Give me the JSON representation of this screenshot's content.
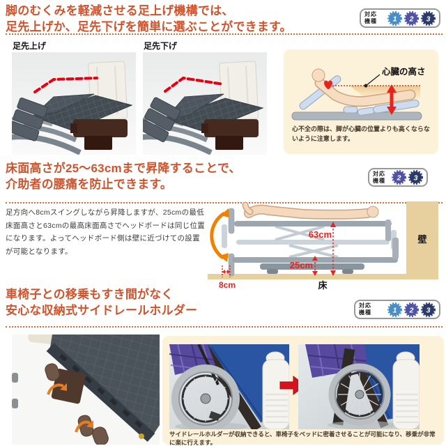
{
  "colors": {
    "heading_orange": "#d0532b",
    "separator_orange": "#e0672f",
    "accent_red": "#e8231e",
    "dashed_red": "#e60012",
    "panel_cream": "#fcf2da",
    "wall_floor_tan": "#e7d09e",
    "mattress_blue": "#2a55a3",
    "orange_arrow": "#ef8200"
  },
  "badge_label": {
    "line1": "対応",
    "line2": "機種"
  },
  "gears": {
    "g1": {
      "num": "1",
      "color": "#4a8ec6"
    },
    "g2": {
      "num": "2",
      "color": "#5053a4"
    },
    "g3": {
      "num": "3",
      "color": "#2c3a6a"
    }
  },
  "section1": {
    "heading_line1": "脚のむくみを軽減させる足上げ機構では、",
    "heading_line2": "足先上げか、足先下げを簡単に選ぶことができます。",
    "photo_left_label": "足先上げ",
    "photo_right_label": "足先下げ",
    "illustration": {
      "heart_label": "心臓の高さ",
      "caption": "心不全の際は、脚が心臓の位置よりも高くならないように注意します。"
    }
  },
  "section2": {
    "heading_line1": "床面高さが25〜63cmまで昇降することで、",
    "heading_line2": "介助者の腰痛を防止できます。",
    "body": "足方向へ8cmスイングしながら昇降しますが、25cmの最低床面高さと63cmの最高床面高さでヘッドボードは同じ位置になります。よってヘッドボード側は壁に近づけての設置が可能となります。",
    "diagram": {
      "max_height": "63cm",
      "min_height": "25cm",
      "swing": "8cm",
      "wall": "壁",
      "floor": "床"
    }
  },
  "section3": {
    "heading_line1": "車椅子との移乗もすき間がなく",
    "heading_line2": "安心な収納式サイドレールホルダー",
    "caption": "サイドレールホルダーが収納できると、車椅子をベッドに密着させることが可能になり、移乗が非常に楽に行えます。"
  }
}
